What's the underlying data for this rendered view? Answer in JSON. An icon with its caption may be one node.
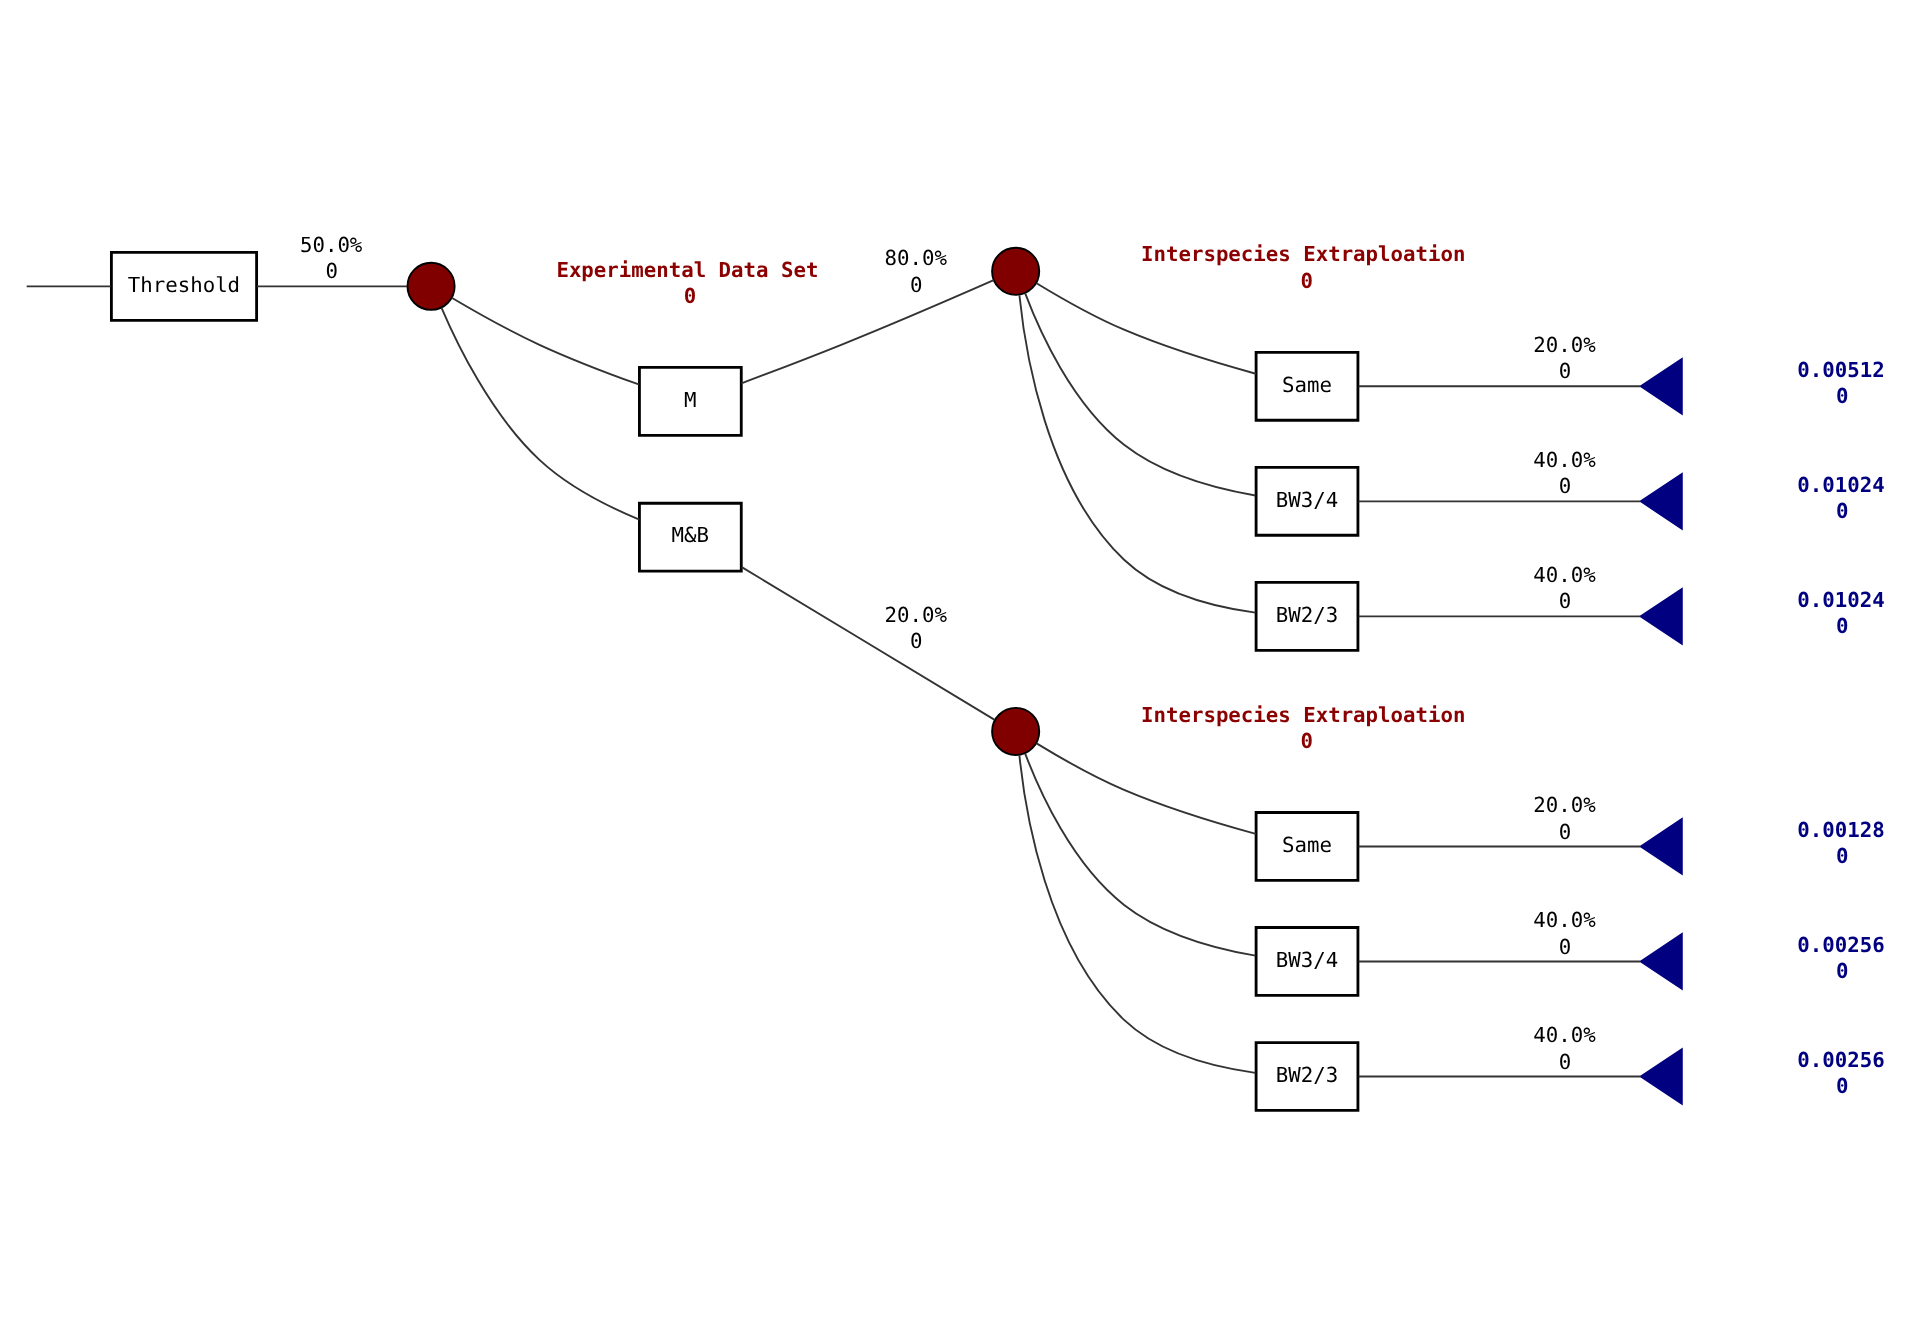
{
  "diagram": {
    "nodes": [
      {
        "text": [
          "Threshold"
        ]
      },
      {
        "text": [],
        "shape": "circle",
        "beside": [
          "50.0%",
          "0",
          "Experimental Data Set",
          "0"
        ]
      },
      {
        "text": [
          "M"
        ]
      },
      {
        "text": [],
        "shape": "circle",
        "beside": [
          "80.0%",
          "0",
          "Interspecies Extraploation",
          "0"
        ]
      },
      {
        "text": [
          "Same"
        ]
      },
      {
        "text": [],
        "shape": "triangle",
        "beside": [
          "20.0%",
          "0",
          "0.00512",
          "0"
        ]
      },
      {
        "text": [
          "BW3/4"
        ]
      },
      {
        "text": [],
        "shape": "triangle",
        "beside": [
          "40.0%",
          "0",
          "0.01024",
          "0"
        ]
      },
      {
        "text": [
          "BW2/3"
        ]
      },
      {
        "text": [],
        "shape": "triangle",
        "beside": [
          "40.0%",
          "0",
          "0.01024",
          "0"
        ]
      },
      {
        "text": [
          "M&B"
        ]
      },
      {
        "text": [],
        "shape": "circle",
        "beside": [
          "20.0%",
          "0",
          "Interspecies Extraploation",
          "0"
        ]
      },
      {
        "text": [
          "Same"
        ]
      },
      {
        "text": [],
        "shape": "triangle",
        "beside": [
          "20.0%",
          "0",
          "0.00128",
          "0"
        ]
      },
      {
        "text": [
          "BW3/4"
        ]
      },
      {
        "text": [],
        "shape": "triangle",
        "beside": [
          "40.0%",
          "0",
          "0.00256",
          "0"
        ]
      },
      {
        "text": [
          "BW2/3"
        ]
      },
      {
        "text": [],
        "shape": "triangle",
        "beside": [
          "40.0%",
          "0",
          "0.00256",
          "0"
        ]
      }
    ],
    "edges": [
      {
        "from": null,
        "to": 0,
        "arrow": "none"
      },
      {
        "from": 0,
        "to": 1,
        "arrow": "none"
      },
      {
        "from": 1,
        "to": 2,
        "arrow": "none"
      },
      {
        "from": 2,
        "to": 3,
        "arrow": "none"
      },
      {
        "from": 3,
        "to": 4,
        "arrow": "none"
      },
      {
        "from": 4,
        "to": 5,
        "arrow": "none"
      },
      {
        "from": 3,
        "to": 6,
        "arrow": "none"
      },
      {
        "from": 6,
        "to": 7,
        "arrow": "none"
      },
      {
        "from": 3,
        "to": 8,
        "arrow": "none"
      },
      {
        "from": 8,
        "to": 9,
        "arrow": "none"
      },
      {
        "from": 1,
        "to": 10,
        "arrow": "none"
      },
      {
        "from": 10,
        "to": 11,
        "arrow": "none"
      },
      {
        "from": 11,
        "to": 12,
        "arrow": "none"
      },
      {
        "from": 12,
        "to": 13,
        "arrow": "none"
      },
      {
        "from": 11,
        "to": 14,
        "arrow": "none"
      },
      {
        "from": 14,
        "to": 15,
        "arrow": "none"
      },
      {
        "from": 11,
        "to": 16,
        "arrow": "none"
      },
      {
        "from": 16,
        "to": 17,
        "arrow": "none"
      }
    ]
  }
}
